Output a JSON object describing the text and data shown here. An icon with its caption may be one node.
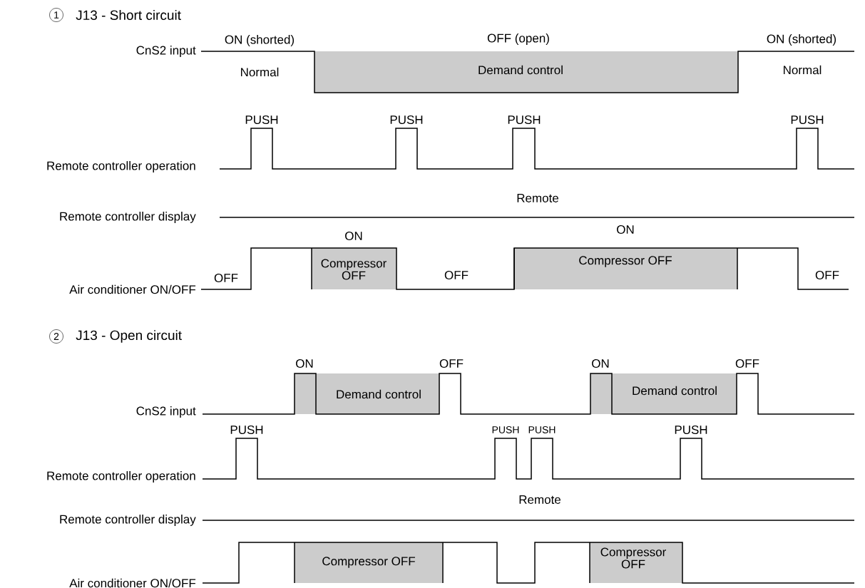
{
  "diagram": {
    "labels": [
      "1",
      "J13 - Short circuit",
      "CnS2 input",
      "ON (shorted)",
      "OFF (open)",
      "ON (shorted)",
      "Normal",
      "Demand control",
      "Normal",
      "PUSH",
      "PUSH",
      "PUSH",
      "PUSH",
      "Remote controller operation",
      "Remote",
      "Remote controller display",
      "ON",
      "ON",
      "OFF",
      "Compressor OFF",
      "OFF",
      "Compressor OFF",
      "OFF",
      "Air conditioner ON/OFF",
      "2",
      "J13 - Open circuit",
      "ON",
      "OFF",
      "ON",
      "OFF",
      "Demand control",
      "Demand control",
      "CnS2 input",
      "PUSH",
      "PUSH",
      "PUSH",
      "PUSH",
      "Remote controller operation",
      "Remote",
      "Remote controller display",
      "Compressor OFF",
      "Compressor OFF",
      "Air conditioner ON/OFF"
    ]
  }
}
